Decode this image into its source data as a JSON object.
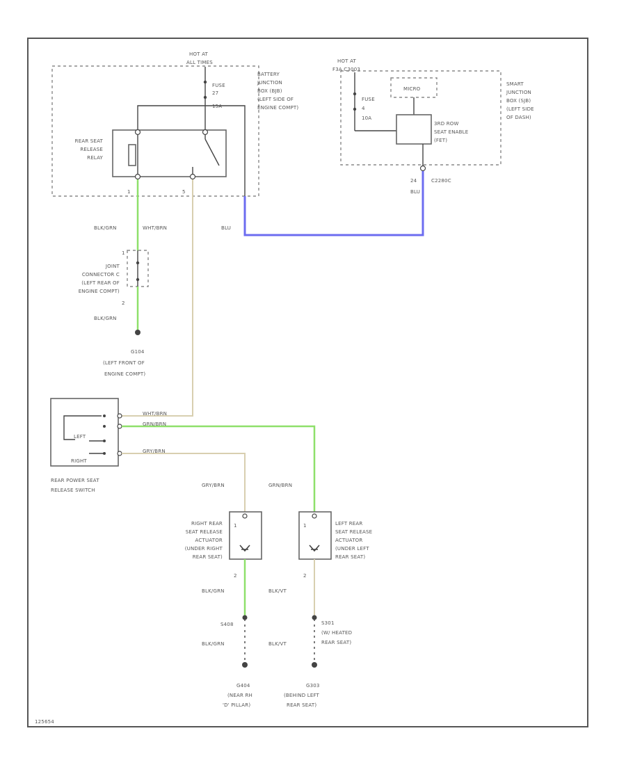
{
  "colors": {
    "wire_blue": "#6c6cf0",
    "wire_green": "#8ee06a",
    "wire_tan": "#d8cfb0",
    "wire_black": "#444444",
    "frame": "#555555"
  },
  "battery_jbox": {
    "hot_at": "HOT AT",
    "hot_when": "ALL TIMES",
    "fuse": "FUSE",
    "fuse_num": "27",
    "fuse_rating": "15A",
    "label": [
      "BATTERY",
      "JUNCTION",
      "BOX (BJB)",
      "(LEFT SIDE OF",
      "ENGINE COMPT)"
    ]
  },
  "relay": {
    "label": [
      "REAR SEAT",
      "RELEASE",
      "RELAY"
    ],
    "pin_left": "1",
    "pin_right": "5"
  },
  "smart_jbox": {
    "hot_at": "HOT AT",
    "hot_when": "F3A C3003",
    "fuse": "FUSE",
    "fuse_num": "4",
    "fuse_rating": "10A",
    "module": "MICRO",
    "inner_label": [
      "3RD ROW",
      "SEAT ENABLE",
      "(FET)"
    ],
    "label": [
      "SMART",
      "JUNCTION",
      "BOX (SJB)",
      "(LEFT SIDE",
      "OF DASH)"
    ],
    "pin": "24",
    "connector": "C2280C",
    "pin_wire": "BLU"
  },
  "wires": {
    "relay_left_color": "BLK/GRN",
    "relay_right_color": "WHT/BRN",
    "blue_color": "BLU",
    "splice_lower_color": "BLK/GRN",
    "switch_top_color": "WHT/BRN",
    "switch_mid_color": "GRN/BRN",
    "switch_bot_color": "GRY/BRN",
    "right_actuator_in": "GRY/BRN",
    "left_actuator_in": "GRN/BRN",
    "right_actuator_out": "BLK/GRN",
    "left_actuator_out": "BLK/VT",
    "right_ground_wire": "BLK/GRN",
    "left_ground_wire": "BLK/VT"
  },
  "joint_connector": {
    "label": [
      "JOINT",
      "CONNECTOR C",
      "(LEFT REAR OF",
      "ENGINE COMPT)"
    ],
    "pin_top": "1",
    "pin_bottom": "2"
  },
  "ground_front": {
    "id": "G104",
    "label": [
      "(LEFT FRONT OF",
      "ENGINE COMPT)"
    ]
  },
  "switch": {
    "left": "LEFT",
    "right": "RIGHT",
    "label": [
      "REAR POWER SEAT",
      "RELEASE SWITCH"
    ]
  },
  "right_actuator": {
    "label": [
      "RIGHT REAR",
      "SEAT RELEASE",
      "ACTUATOR",
      "(UNDER RIGHT",
      "REAR SEAT)"
    ],
    "pin_top": "1",
    "pin_bottom": "2"
  },
  "left_actuator": {
    "label": [
      "LEFT REAR",
      "SEAT RELEASE",
      "ACTUATOR",
      "(UNDER LEFT",
      "REAR SEAT)"
    ],
    "pin_top": "1",
    "pin_bottom": "2"
  },
  "right_ground": {
    "splice": "S408",
    "id": "G404",
    "label": [
      "(NEAR RH",
      "'D' PILLAR)"
    ]
  },
  "left_ground": {
    "splice": "S301",
    "splice_note": [
      "(W/ HEATED",
      "REAR SEAT)"
    ],
    "id": "G303",
    "label": [
      "(BEHIND LEFT",
      "REAR SEAT)"
    ]
  },
  "footer": {
    "code": "125654"
  }
}
